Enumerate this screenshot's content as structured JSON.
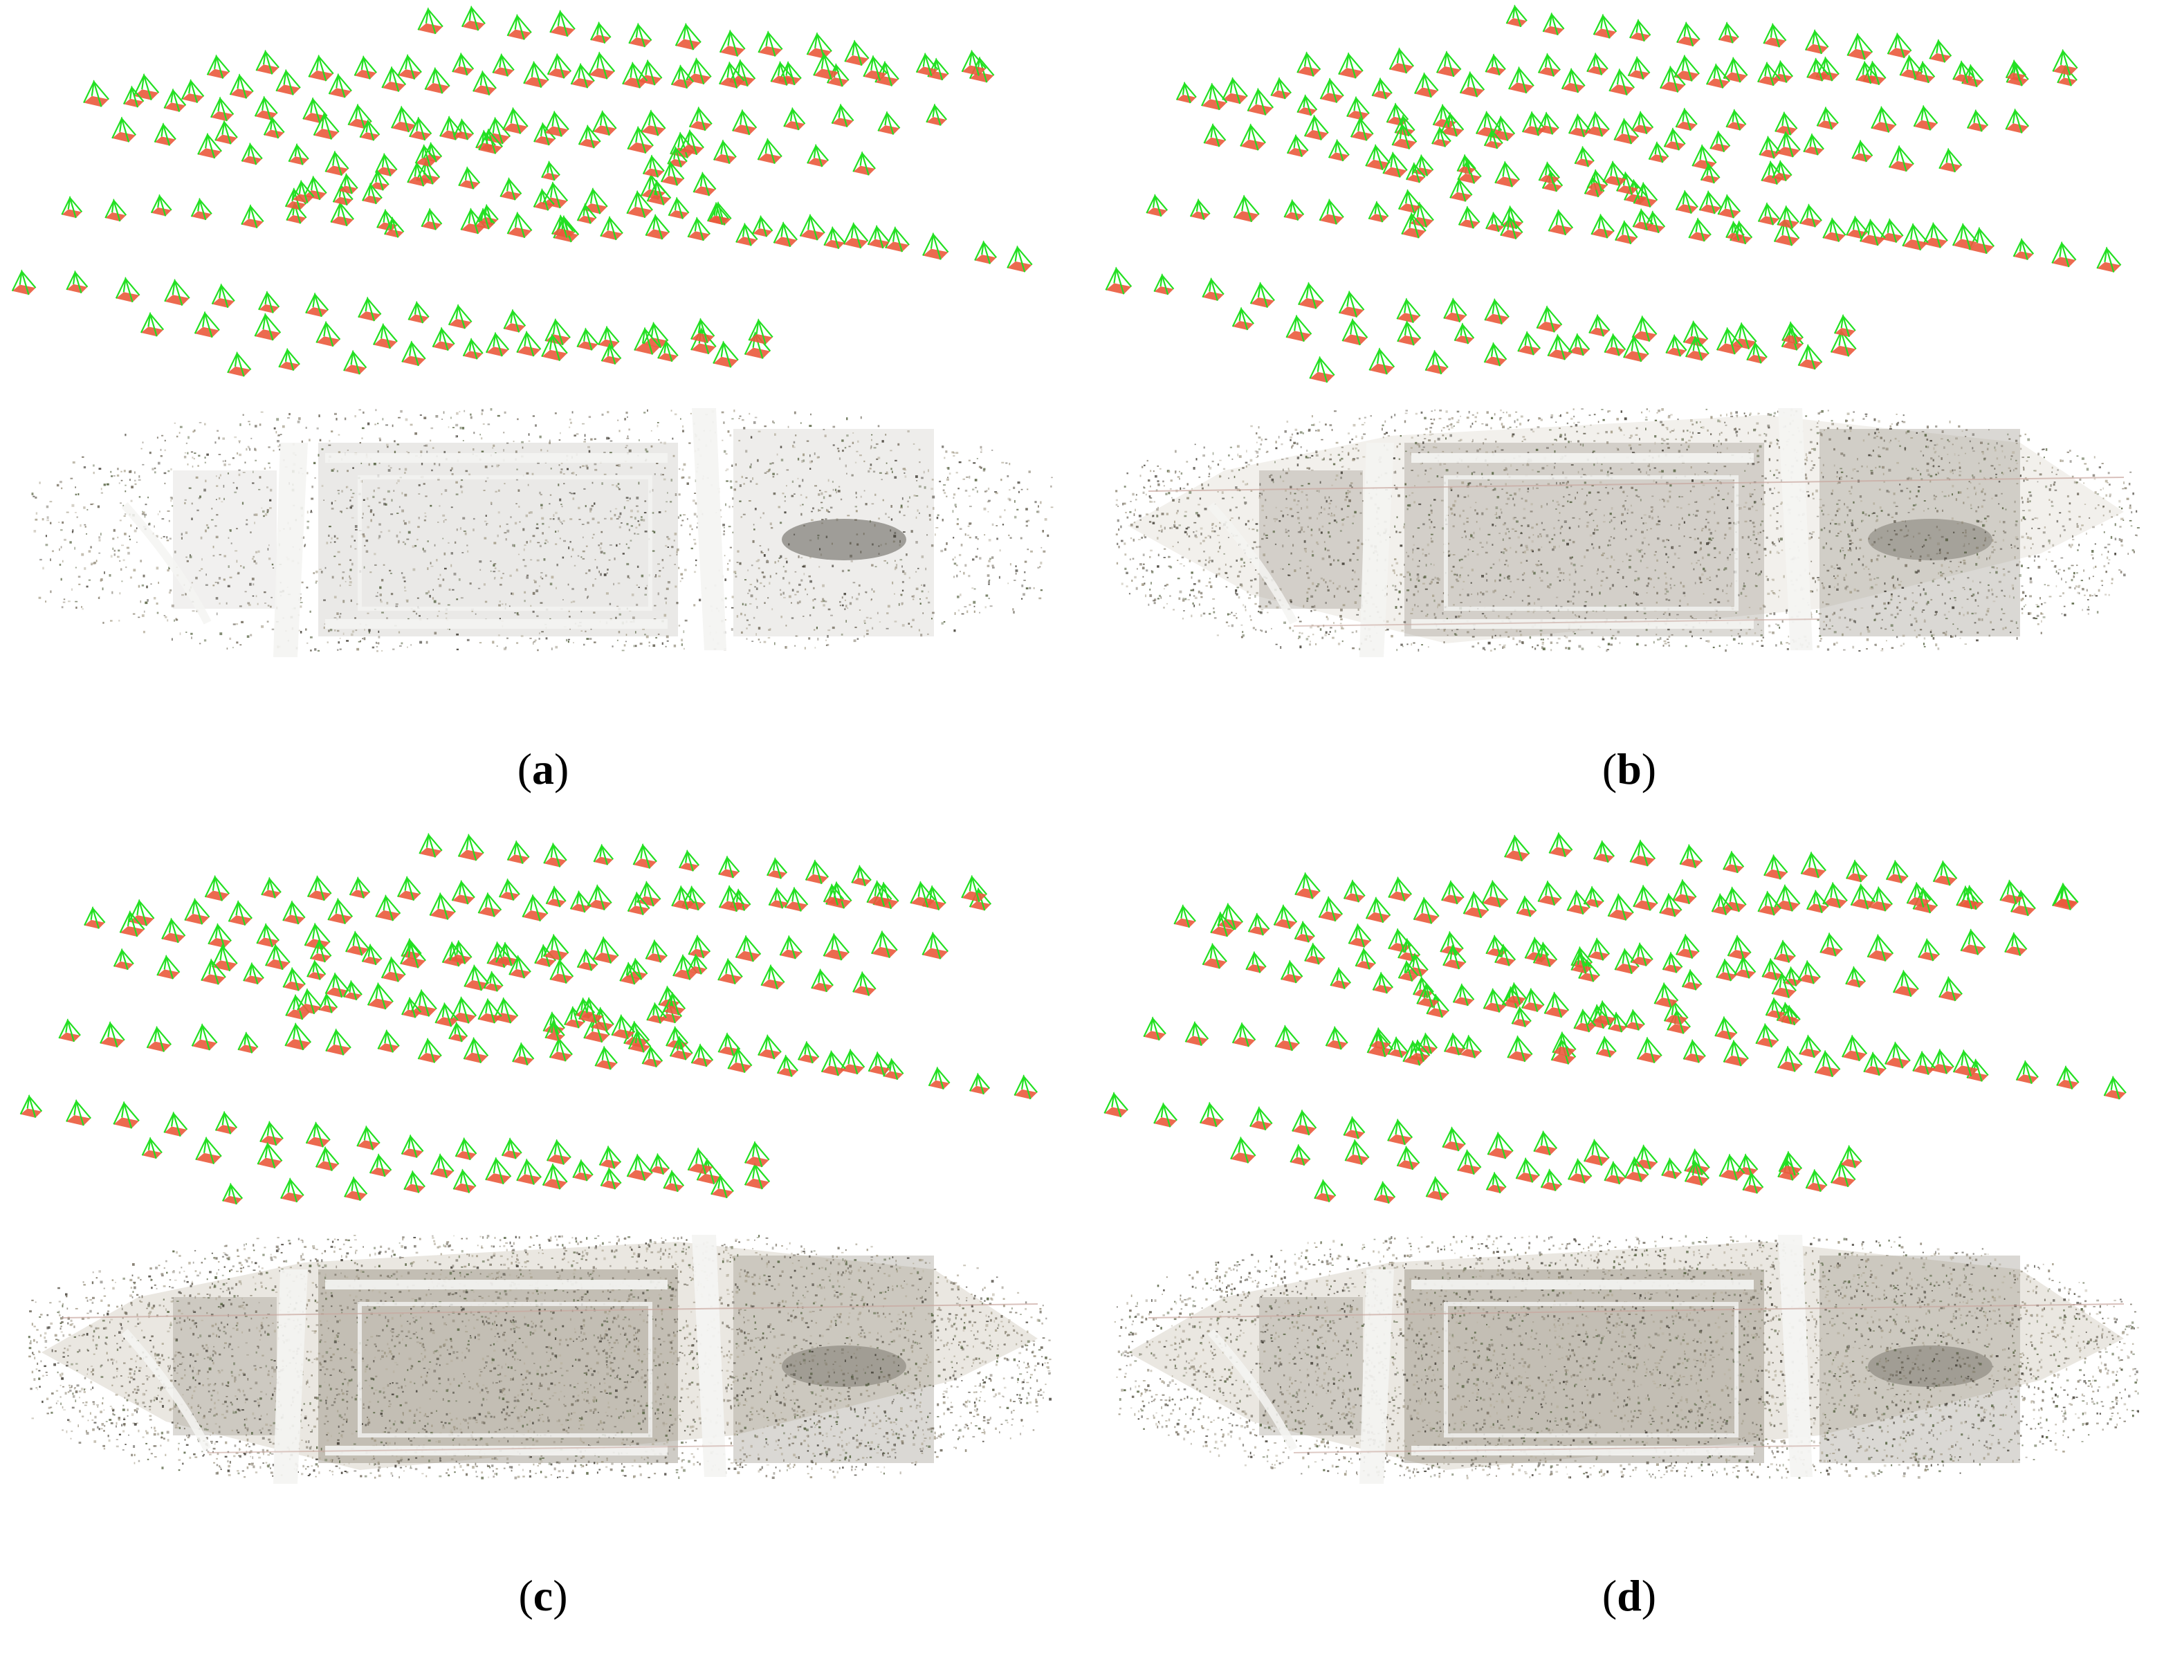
{
  "colors": {
    "camera_frustum": "#22e022",
    "camera_image_plane": "#ea5a3c",
    "ground": "#8c8578",
    "ground_light": "#d9d4c8",
    "ground_dark": "#3f3b33",
    "road": "#f4f4f2"
  },
  "panels": [
    {
      "id": "a",
      "label": "a",
      "style": "sparse"
    },
    {
      "id": "b",
      "label": "b",
      "style": "medium"
    },
    {
      "id": "c",
      "label": "c",
      "style": "dense"
    },
    {
      "id": "d",
      "label": "d",
      "style": "dense"
    }
  ]
}
